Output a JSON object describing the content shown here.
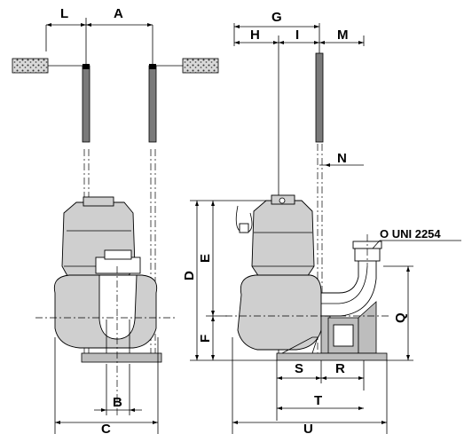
{
  "dimension_labels": {
    "L": "L",
    "A": "A",
    "B": "B",
    "C": "C",
    "G": "G",
    "H": "H",
    "I": "I",
    "M": "M",
    "N": "N",
    "D": "D",
    "E": "E",
    "F": "F",
    "S": "S",
    "R": "R",
    "T": "T",
    "U": "U",
    "Q": "Q"
  },
  "flange_note": "O UNI 2254"
}
